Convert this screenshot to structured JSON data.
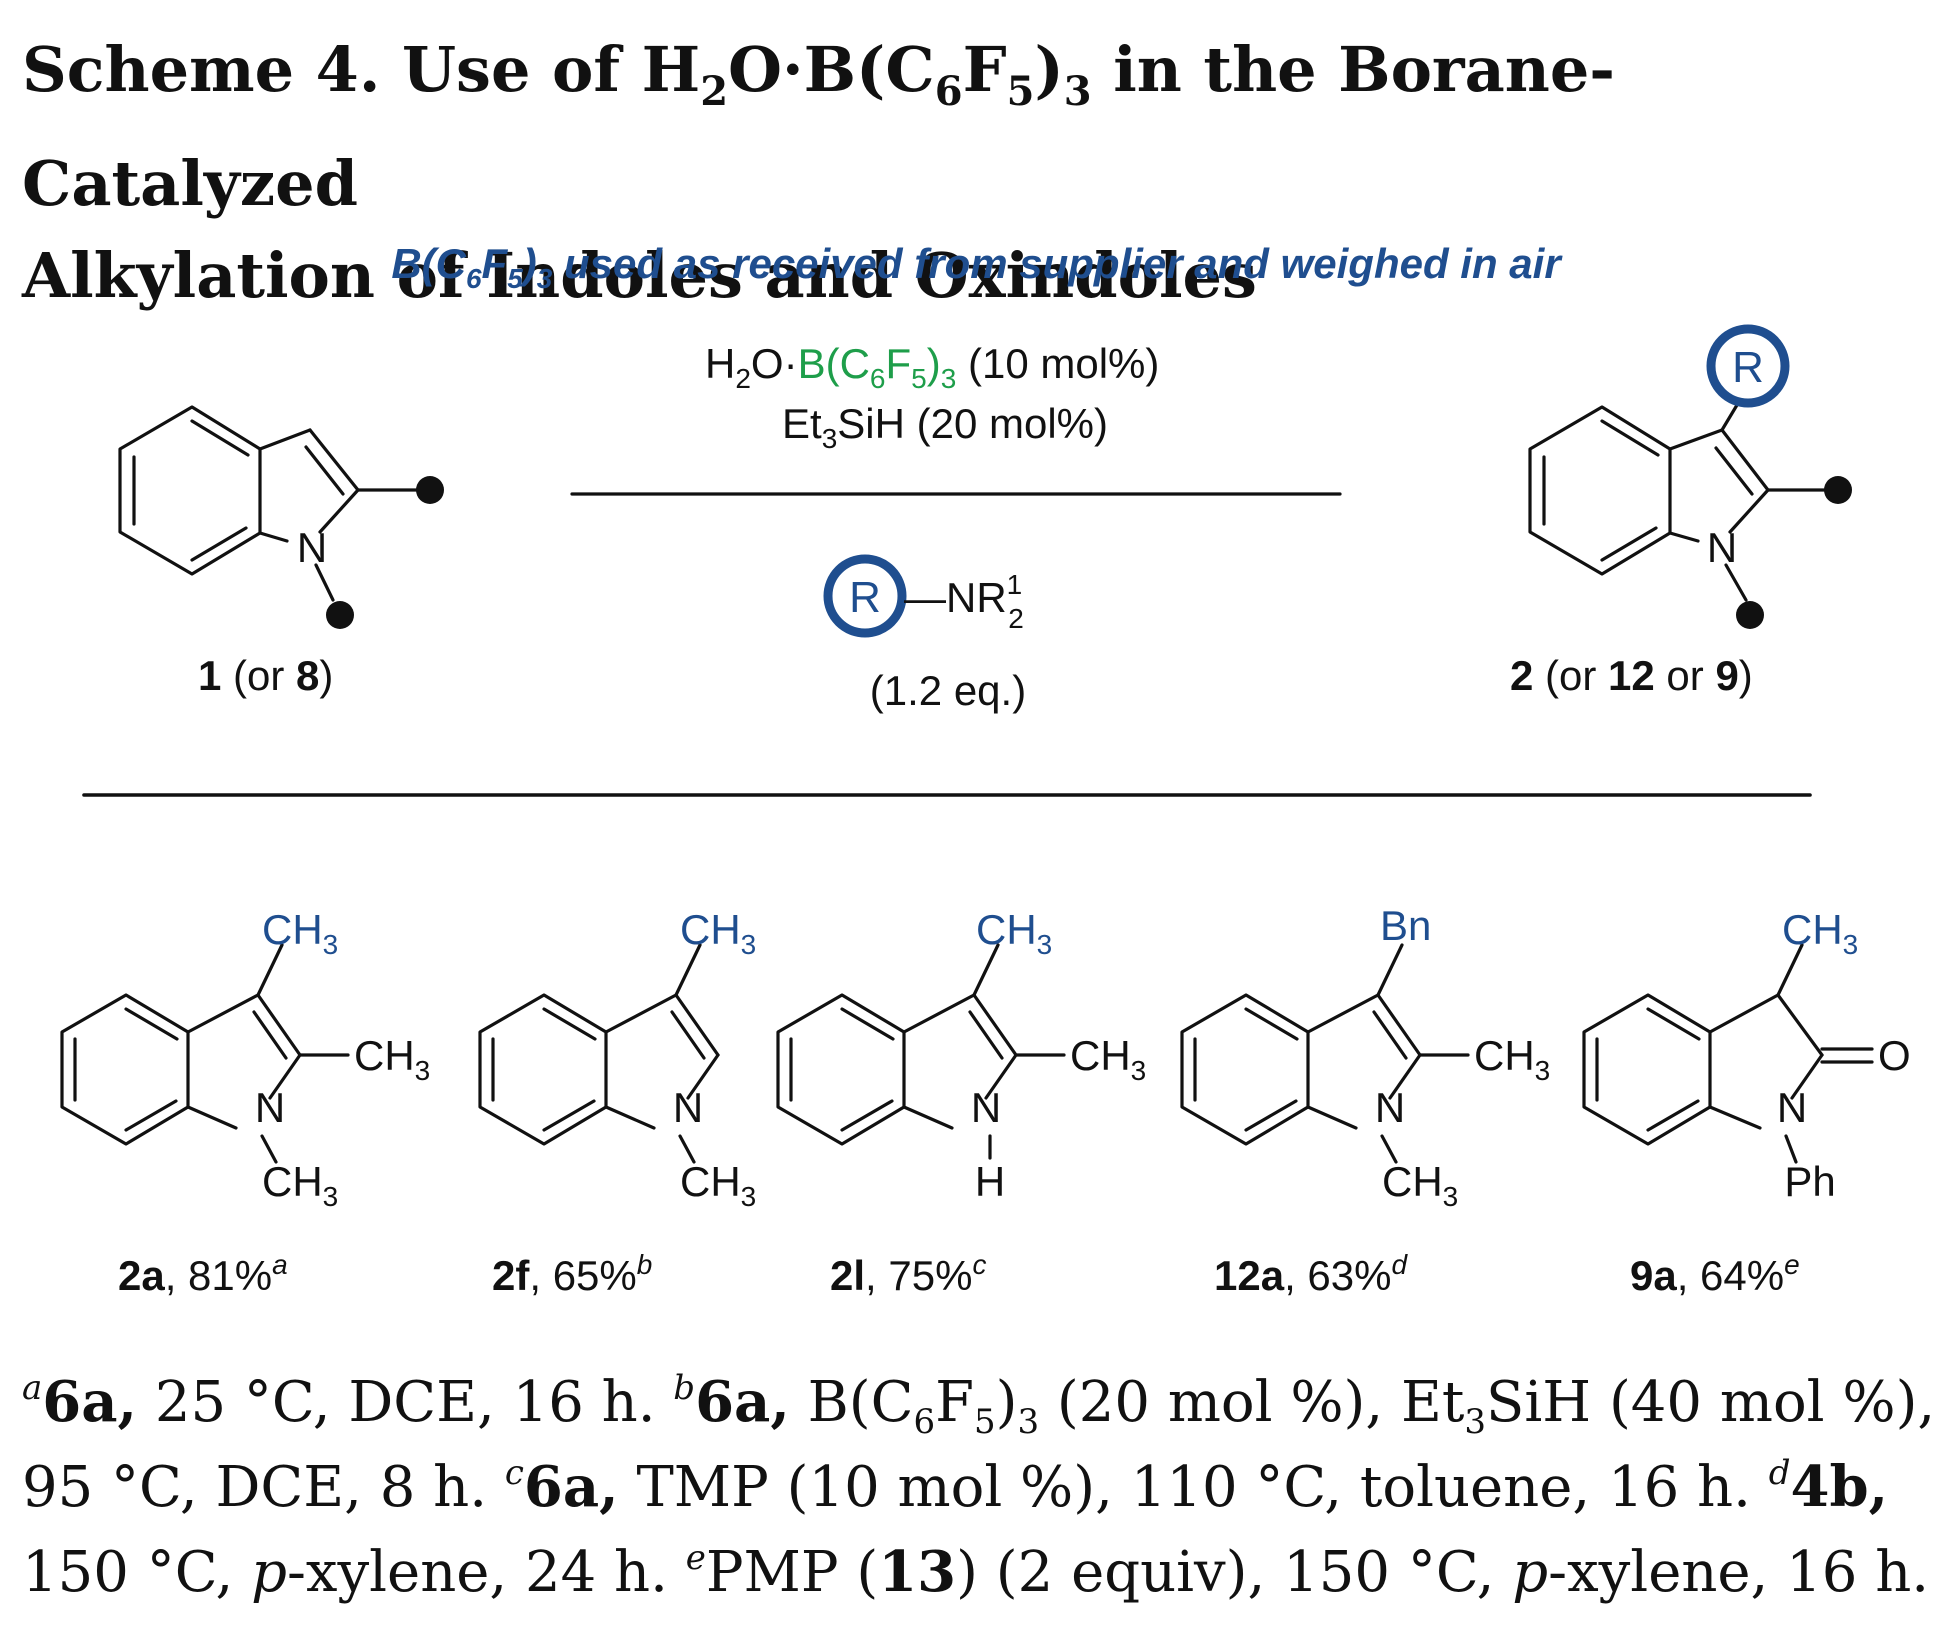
{
  "title": {
    "line1_a": "Scheme 4. Use of H",
    "line1_sub1": "2",
    "line1_b": "O·B(C",
    "line1_sub2": "6",
    "line1_c": "F",
    "line1_sub3": "5",
    "line1_d": ")",
    "line1_sub4": "3",
    "line1_e": " in the Borane-Catalyzed",
    "line2": "Alkylation of Indoles and Oxindoles"
  },
  "banner": {
    "a": "B(C",
    "s1": "6",
    "b": "F",
    "s2": "5",
    "c": ")",
    "s3": "3",
    "d": " used as received from supplier and weighed in air"
  },
  "scheme": {
    "reagent1_h": "H",
    "reagent1_h_sub": "2",
    "reagent1_o": "O·",
    "reagent1_b": "B(C",
    "reagent1_b_sub1": "6",
    "reagent1_f": "F",
    "reagent1_f_sub": "5",
    "reagent1_close": ")",
    "reagent1_close_sub": "3",
    "reagent1_amount": " (10 mol%)",
    "reagent2_et": "Et",
    "reagent2_et_sub": "3",
    "reagent2_rest": "SiH (20 mol%)",
    "amine_r": "R",
    "amine_dash": "—NR",
    "amine_sup": "1",
    "amine_sub": "2",
    "amine_equiv": "(1.2 eq.)",
    "atom_N": "N",
    "product_r": "R",
    "start_label_num1": "1",
    "start_label_mid": " (or ",
    "start_label_num2": "8",
    "start_label_end": ")",
    "prod_label_num1": "2",
    "prod_label_mid1": " (or ",
    "prod_label_num2": "12",
    "prod_label_mid2": " or ",
    "prod_label_num3": "9",
    "prod_label_end": ")"
  },
  "examples": [
    {
      "id": "2a",
      "yield": ", 81%",
      "note": "a",
      "top": "CH",
      "top_sub": "3",
      "right": "CH",
      "right_sub": "3",
      "bottom": "CH",
      "bottom_sub": "3",
      "n": "N"
    },
    {
      "id": "2f",
      "yield": ", 65%",
      "note": "b",
      "top": "CH",
      "top_sub": "3",
      "bottom": "CH",
      "bottom_sub": "3",
      "n": "N"
    },
    {
      "id": "2l",
      "yield": ", 75%",
      "note": "c",
      "top": "CH",
      "top_sub": "3",
      "right": "CH",
      "right_sub": "3",
      "bottom": "H",
      "n": "N"
    },
    {
      "id": "12a",
      "yield": ", 63%",
      "note": "d",
      "top": "Bn",
      "right": "CH",
      "right_sub": "3",
      "bottom": "CH",
      "bottom_sub": "3",
      "n": "N"
    },
    {
      "id": "9a",
      "yield": ", 64%",
      "note": "e",
      "top": "CH",
      "top_sub": "3",
      "right": "O",
      "bottom": "Ph",
      "n": "N"
    }
  ],
  "footnote": {
    "a_mark": "a",
    "a_cpd": "6a,",
    "a_text": " 25 °C, DCE, 16 h. ",
    "b_mark": "b",
    "b_cpd": "6a,",
    "b_text1": " B(C",
    "b_s1": "6",
    "b_text2": "F",
    "b_s2": "5",
    "b_text3": ")",
    "b_s3": "3",
    "b_text4": " (20 mol %), Et",
    "b_s4": "3",
    "b_text5": "SiH (40 mol %), 95 °C, DCE, 8 h. ",
    "c_mark": "c",
    "c_cpd": "6a,",
    "c_text": " TMP (10 mol %), 110 °C, toluene, 16 h. ",
    "d_mark": "d",
    "d_cpd": "4b,",
    "d_text1": " 150 °C, ",
    "d_italic": "p",
    "d_text2": "-xylene, 24 h. ",
    "e_mark": "e",
    "e_text1": "PMP (",
    "e_cpd": "13",
    "e_text2": ") (2 equiv), 150 °C, ",
    "e_italic": "p",
    "e_text3": "-xylene, 16 h."
  },
  "colors": {
    "blue": "#1f4e8f",
    "green": "#1e9e4a",
    "ink": "#111111"
  }
}
